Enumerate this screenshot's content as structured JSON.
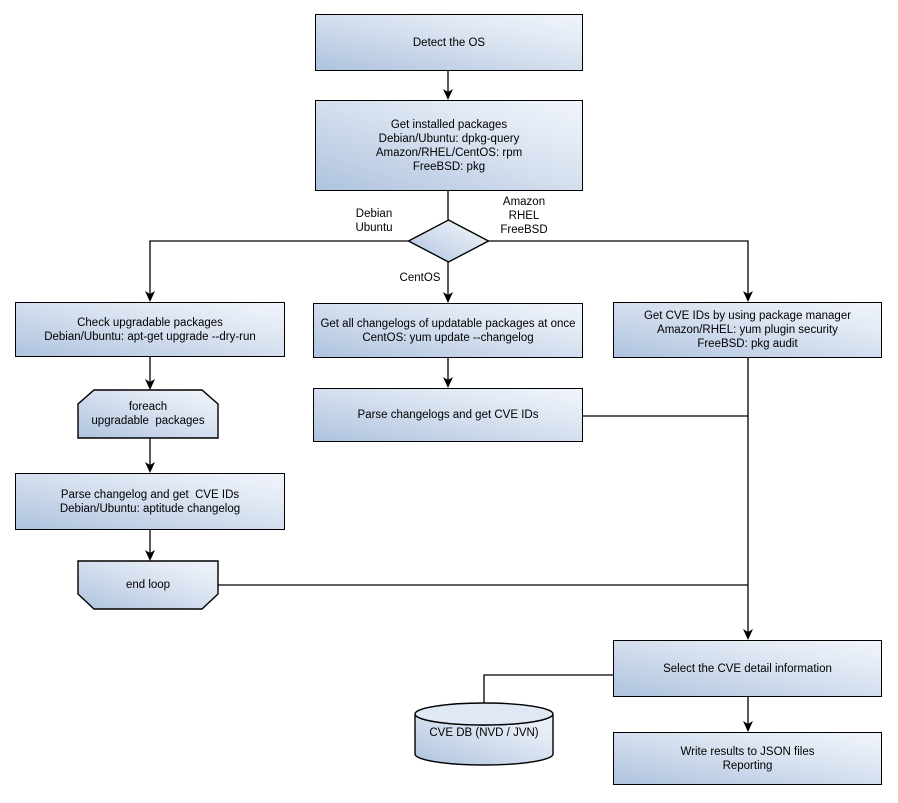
{
  "nodes": {
    "detect_os": {
      "lines": [
        "Detect the OS"
      ]
    },
    "get_installed_packages": {
      "lines": [
        "Get installed packages",
        "Debian/Ubuntu: dpkg-query",
        "Amazon/RHEL/CentOS: rpm",
        "FreeBSD: pkg"
      ]
    },
    "check_upgradable_packages": {
      "lines": [
        "Check upgradable packages",
        "Debian/Ubuntu: apt-get upgrade --dry-run"
      ]
    },
    "foreach_loop_start": {
      "lines": [
        "foreach",
        "upgradable  packages"
      ]
    },
    "parse_changelog_debian": {
      "lines": [
        "Parse changelog and get  CVE IDs",
        "Debian/Ubuntu: aptitude changelog"
      ]
    },
    "end_loop": {
      "lines": [
        "end loop"
      ]
    },
    "get_all_changelogs": {
      "lines": [
        "Get all changelogs of updatable packages at once",
        "CentOS: yum update --changelog"
      ]
    },
    "parse_changelogs_centos": {
      "lines": [
        "Parse changelogs and get CVE IDs"
      ]
    },
    "get_cve_ids_package_manager": {
      "lines": [
        "Get CVE IDs by using package manager",
        "Amazon/RHEL: yum plugin security",
        "FreeBSD: pkg audit"
      ]
    },
    "select_cve_detail": {
      "lines": [
        "Select the CVE detail information"
      ]
    },
    "write_results": {
      "lines": [
        "Write results to JSON files",
        "Reporting"
      ]
    },
    "cve_db": {
      "lines": [
        "CVE DB (NVD / JVN)"
      ]
    }
  },
  "edge_labels": {
    "decision_left": {
      "lines": [
        "Debian",
        "Ubuntu"
      ]
    },
    "decision_right": {
      "lines": [
        "Amazon",
        "RHEL",
        "FreeBSD"
      ]
    },
    "decision_down": {
      "lines": [
        "CentOS"
      ]
    }
  },
  "colors": {
    "node_fill_dark": "#aec3de",
    "node_fill_light": "#f0f4fb",
    "node_border": "#000000",
    "connector": "#000000",
    "background": "#ffffff"
  }
}
